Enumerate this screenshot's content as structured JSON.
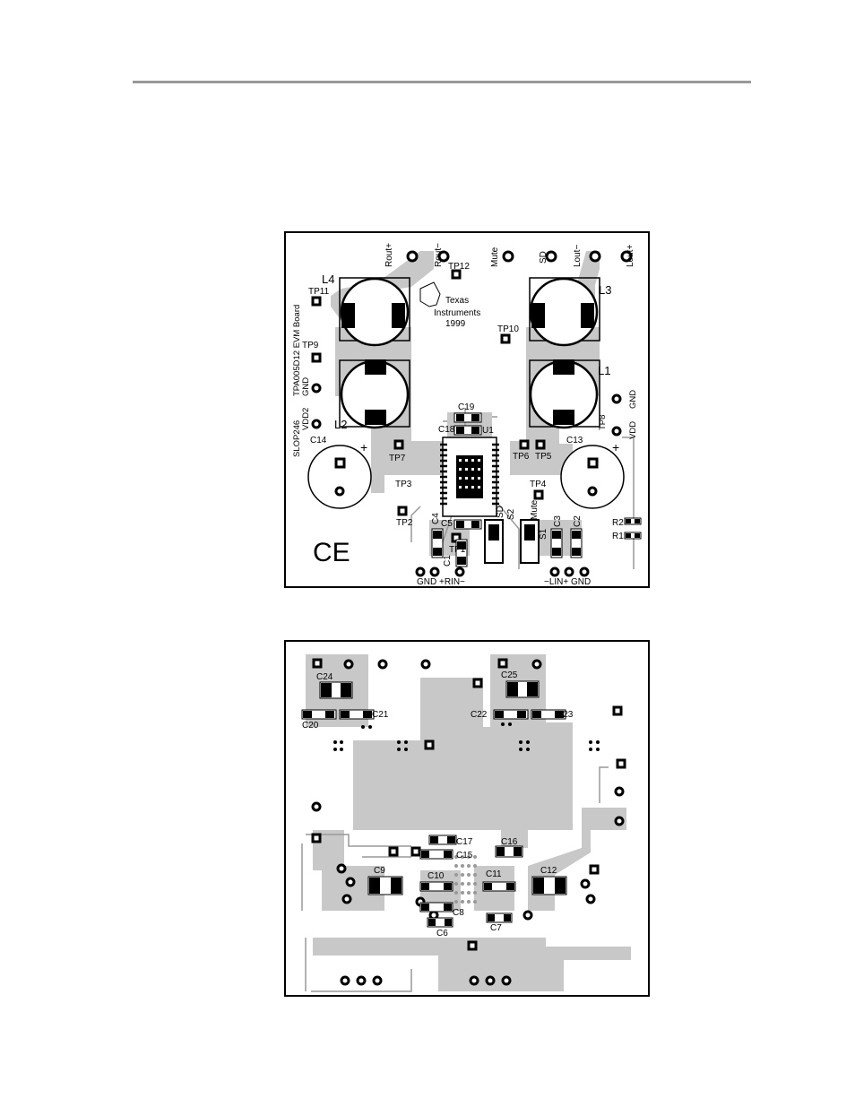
{
  "top_layer": {
    "connector_labels": {
      "rout_plus": "Rout+",
      "rout_minus": "Rout−",
      "mute": "Mute",
      "sd": "SD",
      "lout_minus": "Lout−",
      "lout_plus": "Lout+"
    },
    "vertical_text": {
      "evm_board": "TPA005D12 EVM Board",
      "gnd_left": "GND",
      "vdd2": "VDD2",
      "slop": "SLOP246",
      "gnd_right": "GND",
      "vdd_right": "VDD",
      "tp8": "TP8"
    },
    "logo": {
      "line1": "Texas",
      "line2": "Instruments",
      "line3": "1999"
    },
    "labels": {
      "tp11": "TP11",
      "tp12": "TP12",
      "tp10": "TP10",
      "tp9": "TP9",
      "l4": "L4",
      "l3": "L3",
      "l2": "L2",
      "l1": "L1",
      "c19": "C19",
      "c18": "C18",
      "u1": "U1",
      "c14": "C14",
      "c13": "C13",
      "tp7": "TP7",
      "tp6": "TP6",
      "tp5": "TP5",
      "tp3": "TP3",
      "tp4": "TP4",
      "tp2": "TP2",
      "tp1": "TP1",
      "c5": "C5",
      "c4": "C4",
      "c1": "C1",
      "sd_s2": "SD",
      "s2": "S2",
      "mute_s1": "Mute",
      "s1": "S1",
      "c3": "C3",
      "c2": "C2",
      "r2": "R2",
      "r1": "R1",
      "plus_left": "+",
      "plus_right": "+",
      "ce": "CE"
    },
    "bottom_text": {
      "left": "GND  +RIN−",
      "right": "−LIN+  GND"
    }
  },
  "bottom_layer": {
    "labels": {
      "c24": "C24",
      "c25": "C25",
      "c20": "C20",
      "c21": "C21",
      "c22": "C22",
      "c23": "C23",
      "c17": "C17",
      "c15": "C15",
      "c16": "C16",
      "c9": "C9",
      "c10": "C10",
      "c11": "C11",
      "c12": "C12",
      "c8": "C8",
      "c6": "C6",
      "c7": "C7"
    }
  },
  "colors": {
    "copper": "#c8c8c8",
    "ink": "#000000",
    "trace": "#999999"
  }
}
